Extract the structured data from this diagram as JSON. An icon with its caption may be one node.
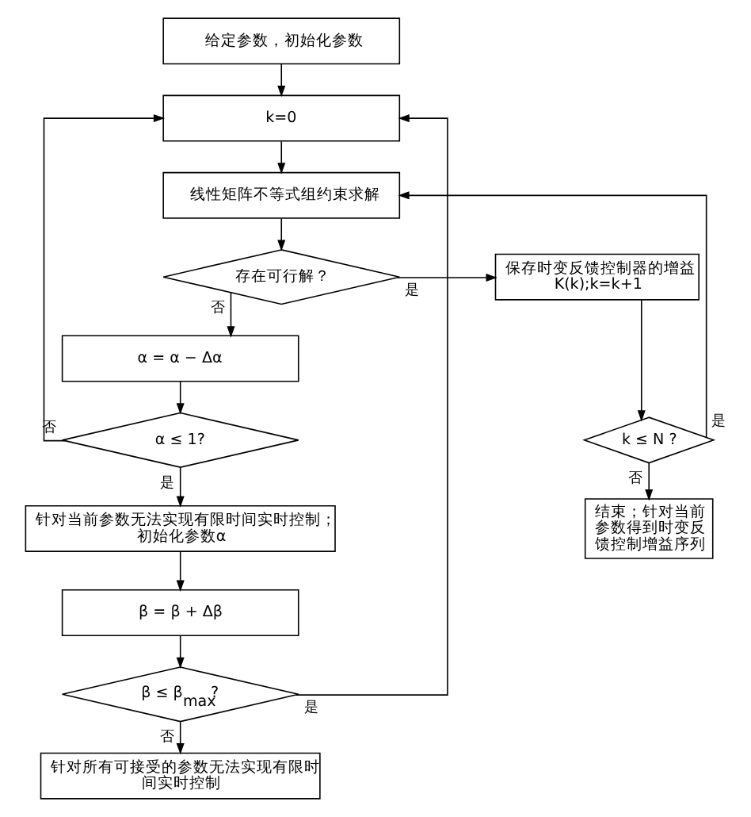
{
  "diagram": {
    "nodes": [
      {
        "text": [
          "给定参数，初始化参数"
        ]
      },
      {
        "text": [
          "k=0"
        ]
      },
      {
        "text": [
          "线性矩阵不等式组约束求解"
        ]
      },
      {
        "text": [
          "存在可行解？"
        ]
      },
      {
        "text": [
          "保存时变反馈控制器的增益K(k);k=k+1"
        ]
      },
      {
        "text": [
          "α = α − Δα"
        ]
      },
      {
        "text": [
          "α ≤ 1?"
        ]
      },
      {
        "text": [
          "k ≤ N ?"
        ]
      },
      {
        "text": [
          "针对当前参数无法实现有限时间实时控制；初始化参数α"
        ]
      },
      {
        "text": [
          "结束；针对当前参数得到时变反馈控制增益序列"
        ]
      },
      {
        "text": [
          "β = β + Δβ"
        ]
      },
      {
        "text": [
          "β ≤ β$_{max}$?"
        ]
      },
      {
        "text": [
          "针对所有可接受的参数无法实现有限时间实时控制"
        ]
      }
    ],
    "edges": [
      {
        "from": 0,
        "to": 1,
        "arrow": "to"
      },
      {
        "from": 1,
        "to": 2,
        "arrow": "to"
      },
      {
        "from": 2,
        "to": 3,
        "arrow": "to"
      },
      {
        "from": 3,
        "to": 4,
        "arrow": "to",
        "label": "是"
      },
      {
        "from": 3,
        "to": 5,
        "arrow": "to",
        "label": "否"
      },
      {
        "from": 4,
        "to": 7,
        "arrow": "to"
      },
      {
        "from": 5,
        "to": 6,
        "arrow": "to"
      },
      {
        "from": 6,
        "to": 1,
        "arrow": "to",
        "label": "否"
      },
      {
        "from": 6,
        "to": 8,
        "arrow": "to",
        "label": "是"
      },
      {
        "from": 7,
        "to": 2,
        "arrow": "to",
        "label": "是"
      },
      {
        "from": 7,
        "to": 9,
        "arrow": "to",
        "label": "否"
      },
      {
        "from": 8,
        "to": 10,
        "arrow": "to"
      },
      {
        "from": 10,
        "to": 11,
        "arrow": "to"
      },
      {
        "from": 11,
        "to": 1,
        "arrow": "to",
        "label": "是"
      },
      {
        "from": 11,
        "to": 12,
        "arrow": "to",
        "label": "否"
      }
    ]
  }
}
